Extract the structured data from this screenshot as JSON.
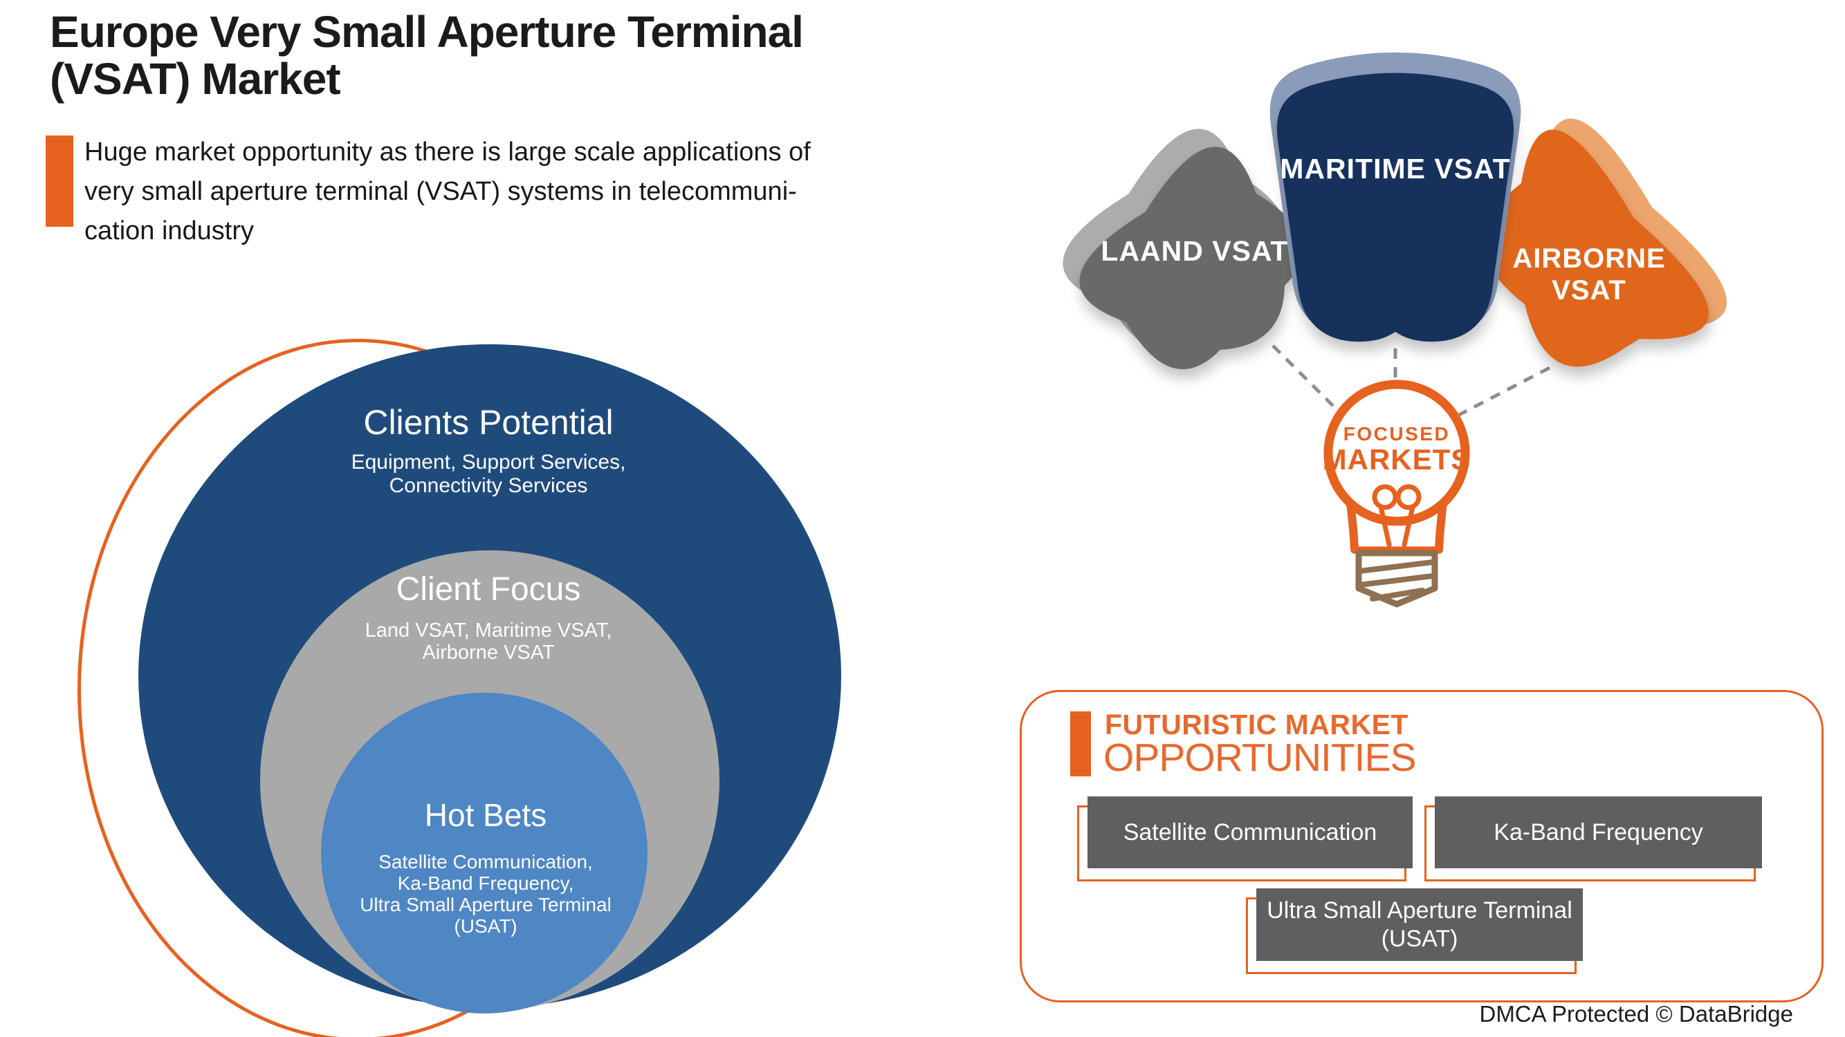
{
  "header": {
    "title_line1": "Europe Very Small Aperture Terminal",
    "title_line2": "(VSAT) Market",
    "subtitle_lines": [
      "Huge market opportunity as there is large scale applications of",
      "very small aperture terminal (VSAT) systems in telecommuni-",
      "cation industry"
    ]
  },
  "circles": {
    "outer": {
      "title": "Clients Potential",
      "lines": [
        "Equipment, Support Services,",
        "Connectivity Services"
      ]
    },
    "middle": {
      "title": "Client Focus",
      "lines": [
        "Land VSAT, Maritime VSAT,",
        "Airborne VSAT"
      ]
    },
    "inner": {
      "title": "Hot Bets",
      "lines": [
        "Satellite Communication,",
        "Ka-Band Frequency,",
        "Ultra Small Aperture Terminal",
        "(USAT)"
      ]
    }
  },
  "focused_markets": {
    "land_label": "LAAND VSAT",
    "maritime_label": "MARITIME VSAT",
    "airborne_label_line1": "AIRBORNE",
    "airborne_label_line2": "VSAT",
    "bulb_label_line1": "FOCUSED",
    "bulb_label_line2": "MARKETS"
  },
  "opportunities": {
    "heading_line1": "FUTURISTIC MARKET",
    "heading_line2": "OPPORTUNITIES",
    "items": [
      {
        "line1": "Satellite Communication"
      },
      {
        "line1": "Ka-Band Frequency"
      },
      {
        "line1": "Ultra Small Aperture Terminal",
        "line2": "(USAT)"
      }
    ]
  },
  "footer": {
    "dmca": "DMCA Protected © DataBridge"
  },
  "colors": {
    "accent_orange": "#E7611F",
    "outer_circle_blue": "#1F4B7C",
    "middle_circle_gray": "#A9A9A9",
    "inner_circle_blue": "#4F86C4",
    "land_gray": "#696969",
    "land_shadow": "#ACACAC",
    "maritime_navy": "#17335C",
    "maritime_shadow": "#8B9CBA",
    "airborne_orange": "#E0661C",
    "airborne_shadow": "#EDA56E",
    "opportunity_box_gray": "#5F5F5F",
    "bulb_base_brown": "#8F7051",
    "connector_gray": "#8E8E8E"
  }
}
